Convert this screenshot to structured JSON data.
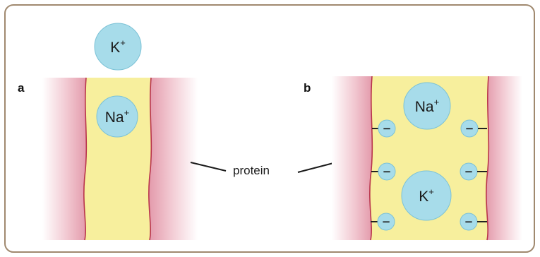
{
  "panels": {
    "a": {
      "label": "a"
    },
    "b": {
      "label": "b"
    }
  },
  "ions": {
    "k_top": {
      "symbol": "K",
      "charge": "+"
    },
    "na_a": {
      "symbol": "Na",
      "charge": "+"
    },
    "na_b": {
      "symbol": "Na",
      "charge": "+"
    },
    "k_b": {
      "symbol": "K",
      "charge": "+"
    }
  },
  "protein_label": "protein",
  "negative_charge_symbol": "−",
  "colors": {
    "membrane": "#e7a3b1",
    "membrane_edge": "#b8344b",
    "channel": "#f7ef9d",
    "ion": "#a7dcea",
    "ion_stroke": "#7cc2d6",
    "frame": "#a0896f"
  }
}
